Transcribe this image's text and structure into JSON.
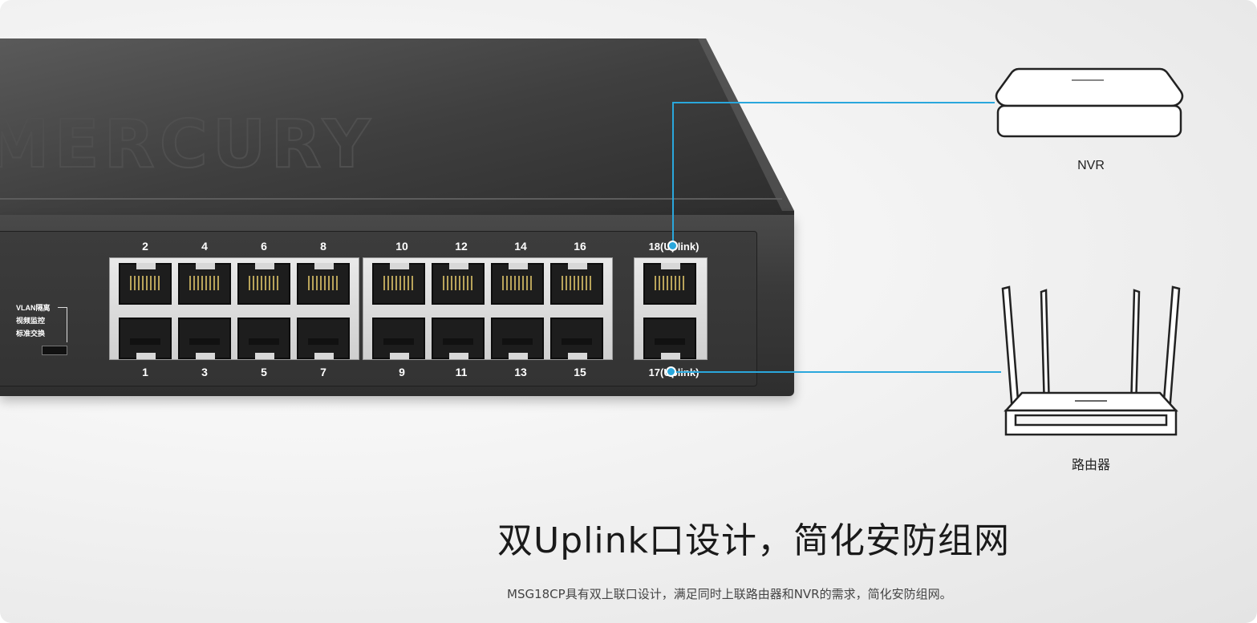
{
  "brand": "MERCURY",
  "ports_top": [
    "2",
    "4",
    "6",
    "8",
    "10",
    "12",
    "14",
    "16"
  ],
  "ports_bottom": [
    "1",
    "3",
    "5",
    "7",
    "9",
    "11",
    "13",
    "15"
  ],
  "uplink_top": "18(Uplink)",
  "uplink_bottom": "17(Uplink)",
  "mode_switch": [
    "VLAN隔离",
    "视频监控",
    "标准交换"
  ],
  "devices": {
    "nvr": "NVR",
    "router": "路由器"
  },
  "headline": "双Uplink口设计，简化安防组网",
  "subline": "MSG18CP具有双上联口设计，满足同时上联路由器和NVR的需求，简化安防组网。",
  "colors": {
    "link_line": "#2aa7dc",
    "switch_body": "#3a3a3a"
  }
}
